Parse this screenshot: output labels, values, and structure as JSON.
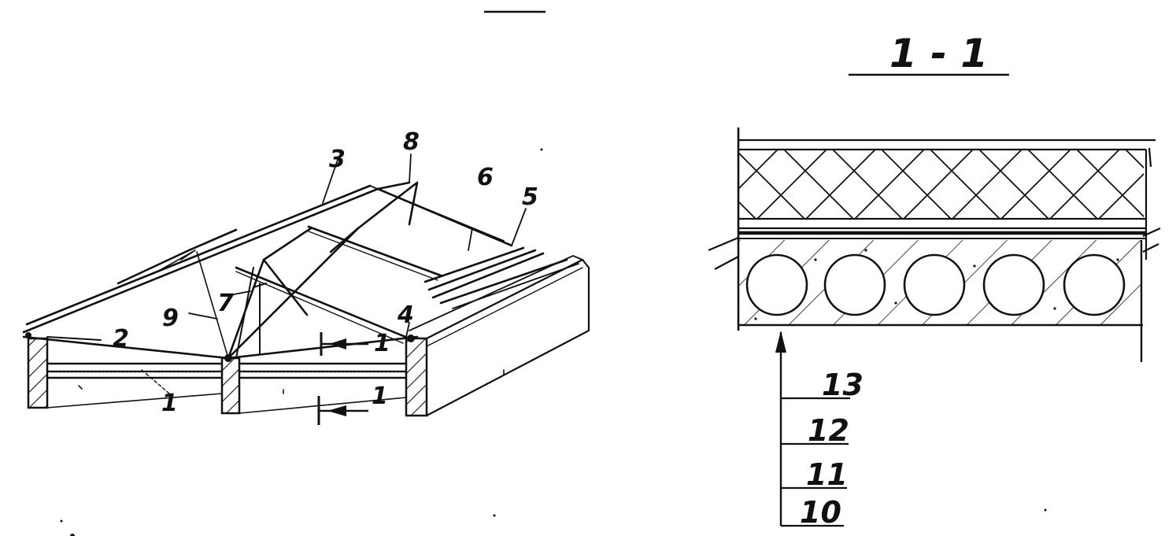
{
  "section_title": "1 - 1",
  "callouts": {
    "c1": "1",
    "c2": "2",
    "c3": "3",
    "c4": "4",
    "c5": "5",
    "c6": "6",
    "c7": "7",
    "c8": "8",
    "c9": "9"
  },
  "section_marks": {
    "upper": "1",
    "lower": "1"
  },
  "layer_labels": [
    "13",
    "12",
    "11",
    "10"
  ],
  "ink_color": "#111111"
}
